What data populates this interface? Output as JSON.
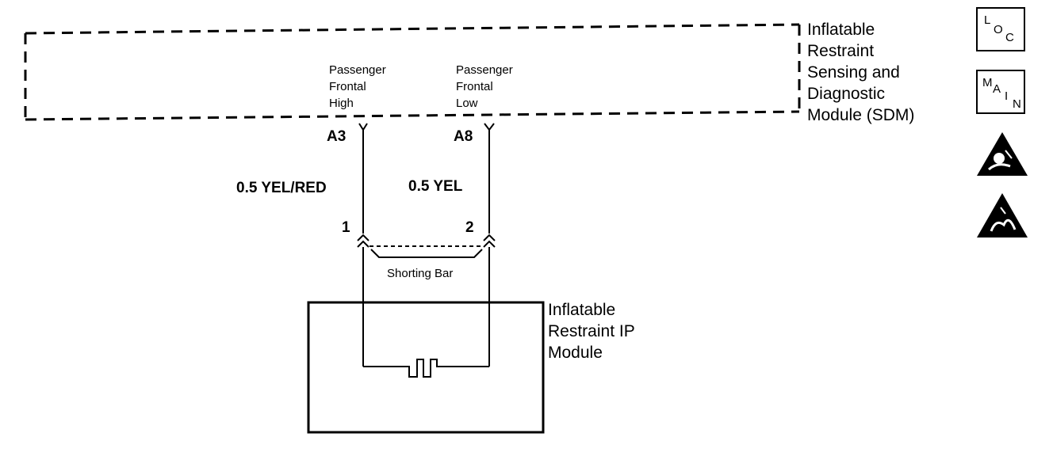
{
  "sdm": {
    "name_lines": [
      "Inflatable",
      "Restraint",
      "Sensing and",
      "Diagnostic",
      "Module (SDM)"
    ],
    "circuit_high": [
      "Passenger",
      "Frontal",
      "High"
    ],
    "circuit_low": [
      "Passenger",
      "Frontal",
      "Low"
    ],
    "terminal_high": "A3",
    "terminal_low": "A8"
  },
  "wires": {
    "high": "0.5 YEL/RED",
    "low": "0.5 YEL"
  },
  "connector": {
    "pin_1": "1",
    "pin_2": "2",
    "shorting_bar": "Shorting Bar"
  },
  "ip_module": {
    "name_lines": [
      "Inflatable",
      "Restraint IP",
      "Module"
    ]
  },
  "side_icons": {
    "loc": {
      "l1": "L",
      "l2": "O",
      "l3": "C",
      "icon": "loc-icon"
    },
    "main": {
      "l1": "M",
      "l2": "A",
      "l3": "I",
      "l4": "N",
      "icon": "main-icon"
    },
    "warning_1": "airbag-warning-icon",
    "warning_2": "esd-warning-icon"
  }
}
